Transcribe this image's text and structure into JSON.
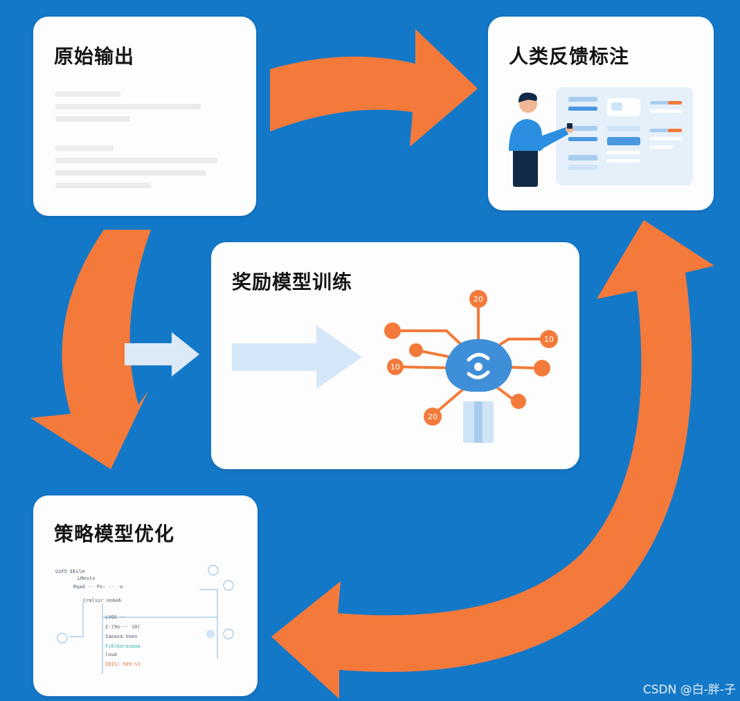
{
  "steps": {
    "raw_output": {
      "title": "原始输出"
    },
    "human_feedback": {
      "title": "人类反馈标注"
    },
    "reward_training": {
      "title": "奖励模型训练",
      "node_labels": {
        "top": "20",
        "right": "10",
        "left": "10",
        "bottom": "20"
      }
    },
    "policy_optimization": {
      "title": "策略模型优化",
      "code_lines": [
        "UiF5 EEslm",
        "LMnsts",
        "Rqad ·· Fo: ·· ·o",
        "Crmlssr nn6e6",
        "LVGS ··",
        "I·(9o··· 10)",
        "Ianasa Voen",
        "Fi6lkerasaaa",
        "loud",
        "IBIS) 509·S3"
      ]
    },
    "watermark": "CSDN @白-胖-子"
  },
  "colors": {
    "background": "#1478c8",
    "arrow": "#f47a3b",
    "card": "#fdfdfd",
    "node_orange": "#f37a3a",
    "node_blue": "#3f8fd8",
    "light_blue": "#cfe4f7"
  }
}
